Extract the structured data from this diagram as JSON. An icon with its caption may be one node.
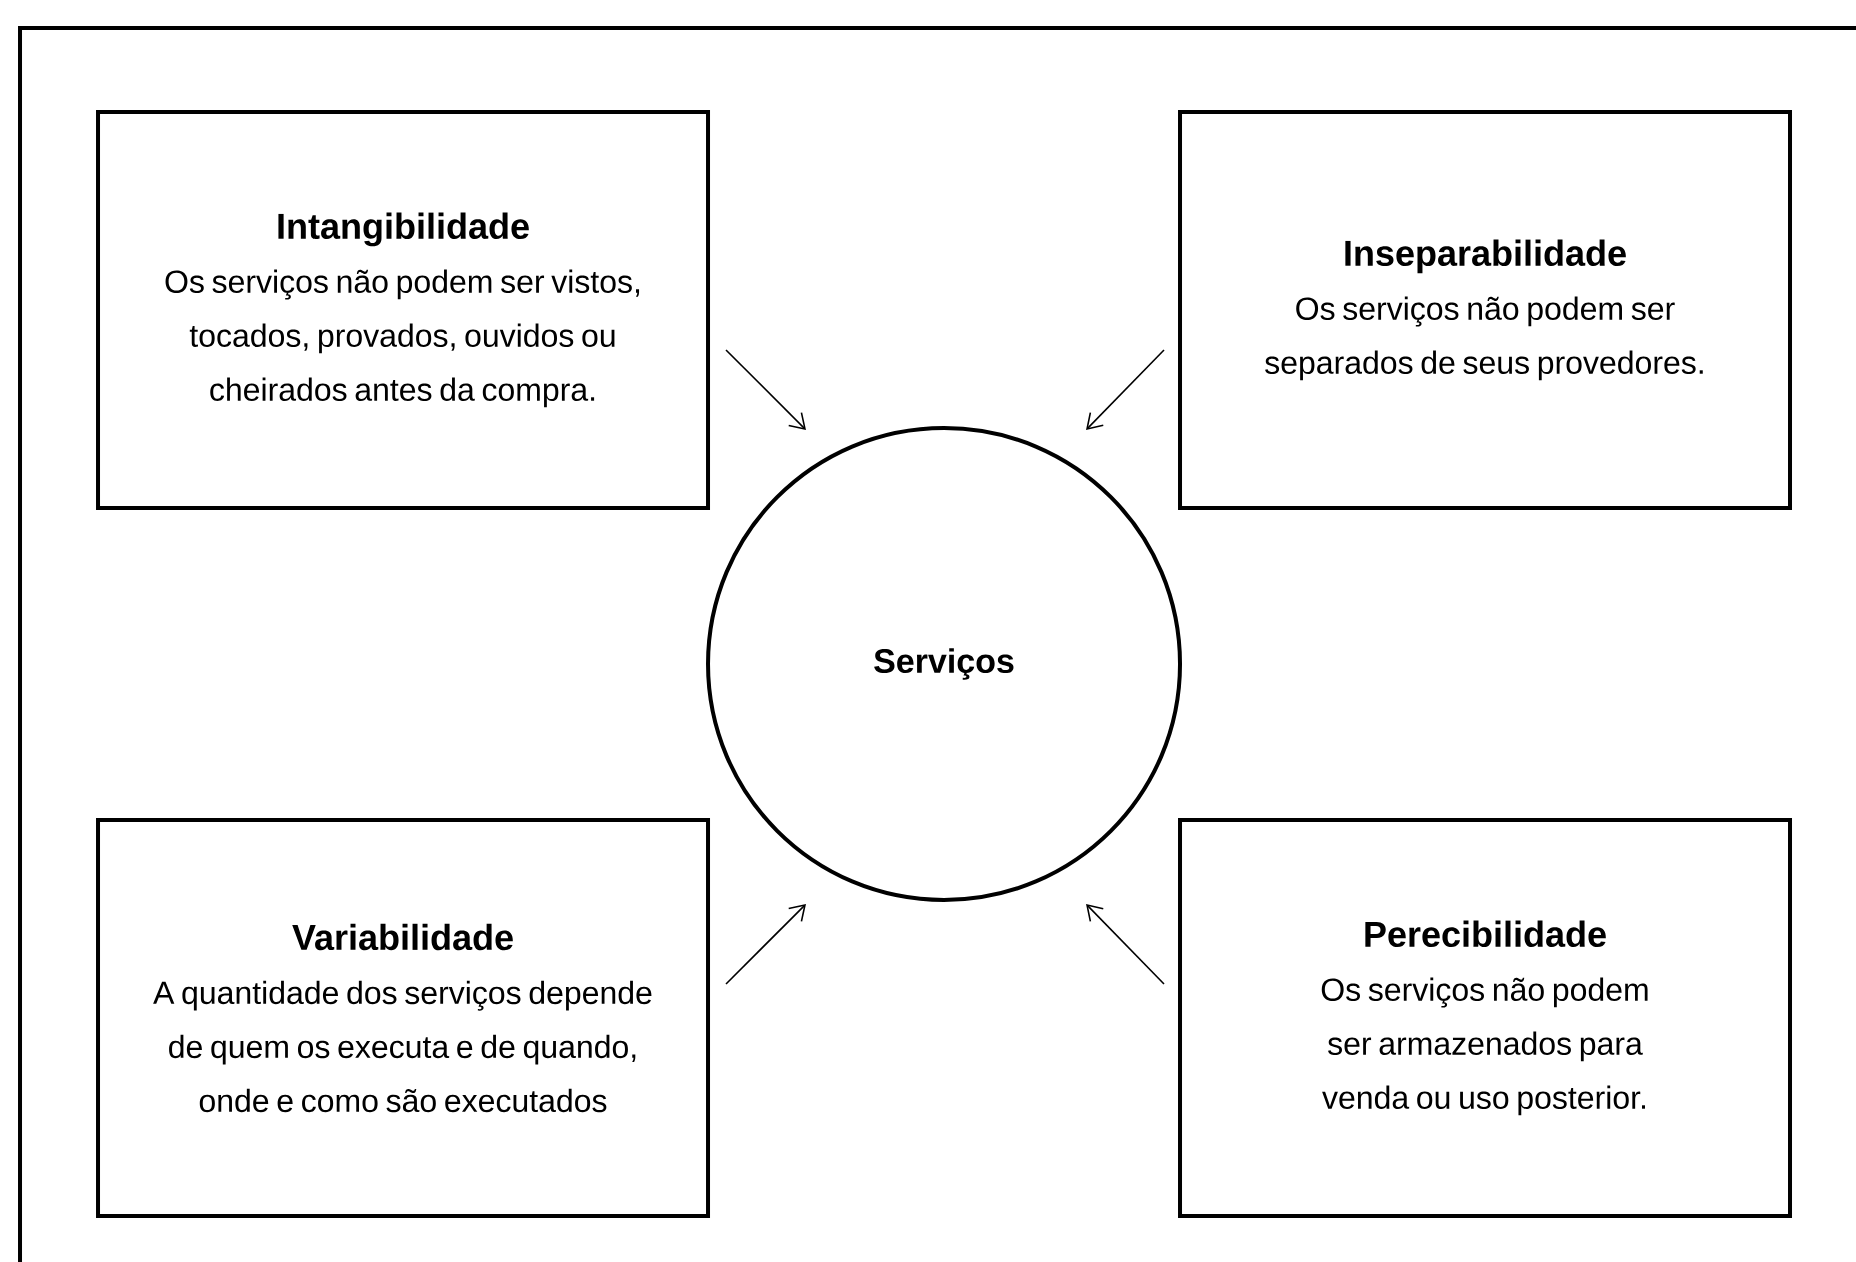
{
  "diagram": {
    "nodes": [
      {
        "text": [
          "Intangibilidade",
          "Os serviços não podem ser vistos, tocados, provados, ouvidos ou cheirados antes da compra."
        ]
      },
      {
        "text": [
          "Inseparabilidade",
          "Os serviços não podem ser separados de seus provedores."
        ]
      },
      {
        "text": [
          "Serviços"
        ]
      },
      {
        "text": [
          "Variabilidade",
          "A quantidade dos serviços depende de quem os executa e de quando, onde e como são executados"
        ]
      },
      {
        "text": [
          "Perecibilidade",
          "Os serviços não podem ser armazenados para venda ou uso posterior."
        ]
      }
    ],
    "edges": [
      {
        "from": 0,
        "to": 2,
        "arrow": "to"
      },
      {
        "from": 1,
        "to": 2,
        "arrow": "to"
      },
      {
        "from": 3,
        "to": 2,
        "arrow": "to"
      },
      {
        "from": 4,
        "to": 2,
        "arrow": "to"
      }
    ]
  }
}
